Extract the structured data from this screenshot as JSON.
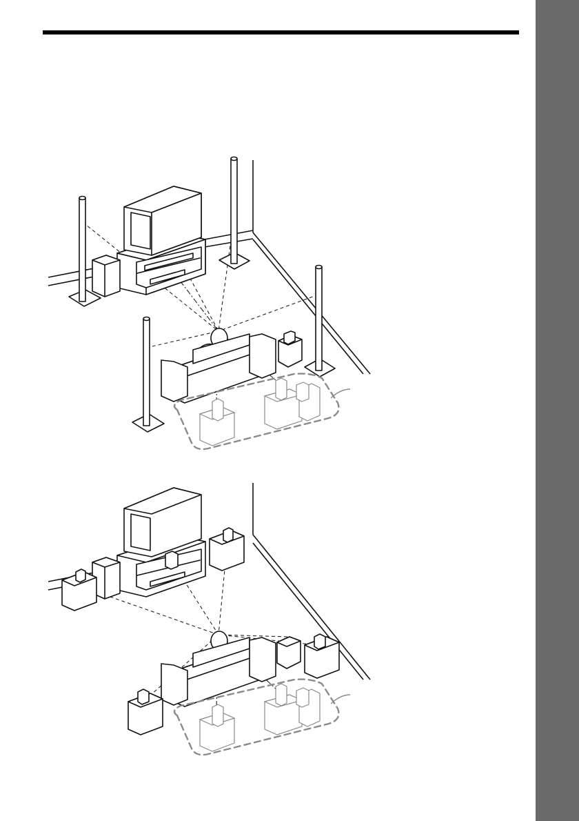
{
  "page": {
    "side_tab_color": "#6a6a6a",
    "rule_color": "#000000"
  },
  "figures": [
    {
      "id": "tall-speaker-setup",
      "icon": "tall-boy-speaker-room-illustration"
    },
    {
      "id": "compact-speaker-setup",
      "icon": "compact-speaker-room-illustration"
    }
  ]
}
